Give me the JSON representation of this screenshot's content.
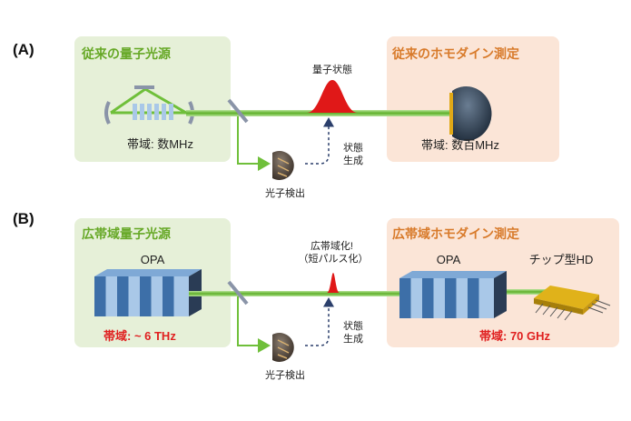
{
  "panel_a": {
    "label": "(A)",
    "source_title": "従来の量子光源",
    "source_bandwidth": "帯域: 数MHz",
    "state_label": "量子状態",
    "detection_label": "光子検出",
    "state_generation_label": "状態\n生成",
    "homodyne_title": "従来のホモダイン測定",
    "homodyne_bandwidth": "帯域: 数百MHz"
  },
  "panel_b": {
    "label": "(B)",
    "source_title": "広帯域量子光源",
    "source_opa": "OPA",
    "source_bandwidth": "帯域: ~ 6 THz",
    "broadband_label": "広帯域化!\n（短パルス化）",
    "detection_label": "光子検出",
    "state_generation_label": "状態\n生成",
    "homodyne_title": "広帯域ホモダイン測定",
    "homodyne_opa": "OPA",
    "chip_label": "チップ型HD",
    "homodyne_bandwidth": "帯域: 70 GHz"
  },
  "colors": {
    "green_box": "#e6f0d8",
    "orange_box": "#fbe5d7",
    "beam": "#6fbf3a",
    "pulse": "#e01818",
    "accent_red": "#e02020"
  }
}
